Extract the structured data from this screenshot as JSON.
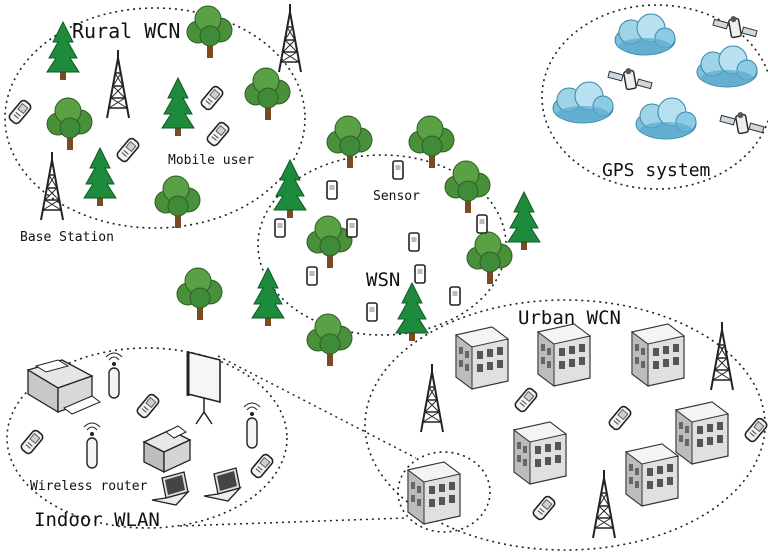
{
  "labels": {
    "rural_wcn": "Rural WCN",
    "mobile_user": "Mobile user",
    "base_station": "Base Station",
    "sensor": "Sensor",
    "wsn": "WSN",
    "gps_system": "GPS system",
    "urban_wcn": "Urban WCN",
    "wireless_router": "Wireless router",
    "indoor_wlan": "Indoor WLAN"
  },
  "colors": {
    "tree_foliage": "#3f8b3a",
    "tree_trunk": "#7a4a22",
    "pine": "#1e8a3c",
    "cloud": "#6fb6d6",
    "building": "#d9d9d9",
    "tower": "#222222"
  }
}
